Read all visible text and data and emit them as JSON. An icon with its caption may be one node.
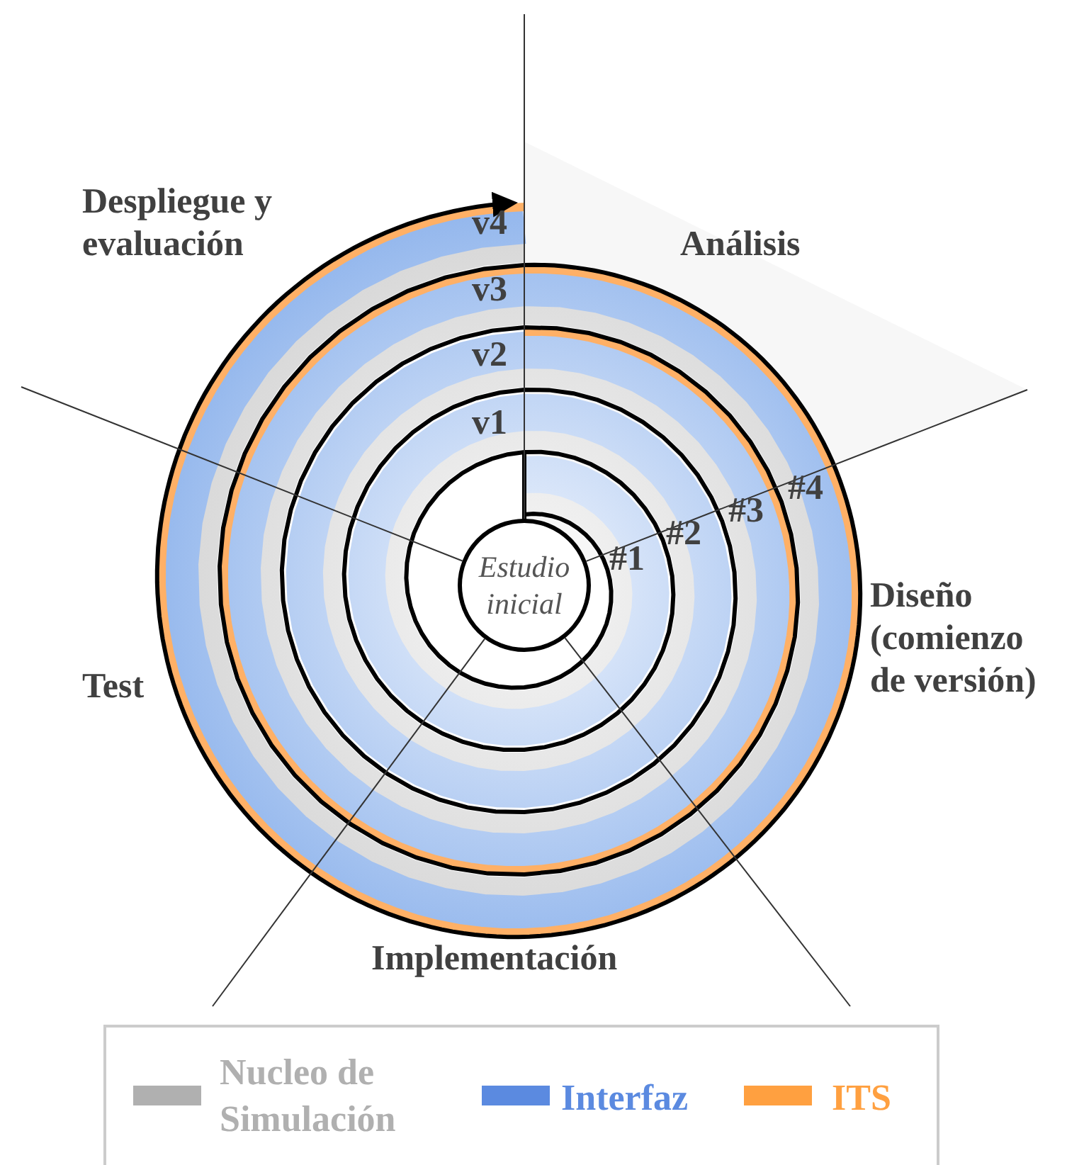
{
  "diagram": {
    "nodes": [
      {
        "text": [
          "Estudio inicial"
        ]
      }
    ],
    "labels": [
      "Despliegue y evaluación",
      "v4",
      "Análisis",
      "v3",
      "v2",
      "v1",
      "#4",
      "#3",
      "#2",
      "#1",
      "Diseño (comienzo de versión)",
      "Test",
      "Implementación"
    ],
    "legend": [
      {
        "text": "Nucleo de Simulación",
        "color": "#b0b0b0"
      },
      {
        "text": "Interfaz",
        "color": "#5b8ae0"
      },
      {
        "text": "ITS",
        "color": "#ffa040"
      }
    ]
  }
}
